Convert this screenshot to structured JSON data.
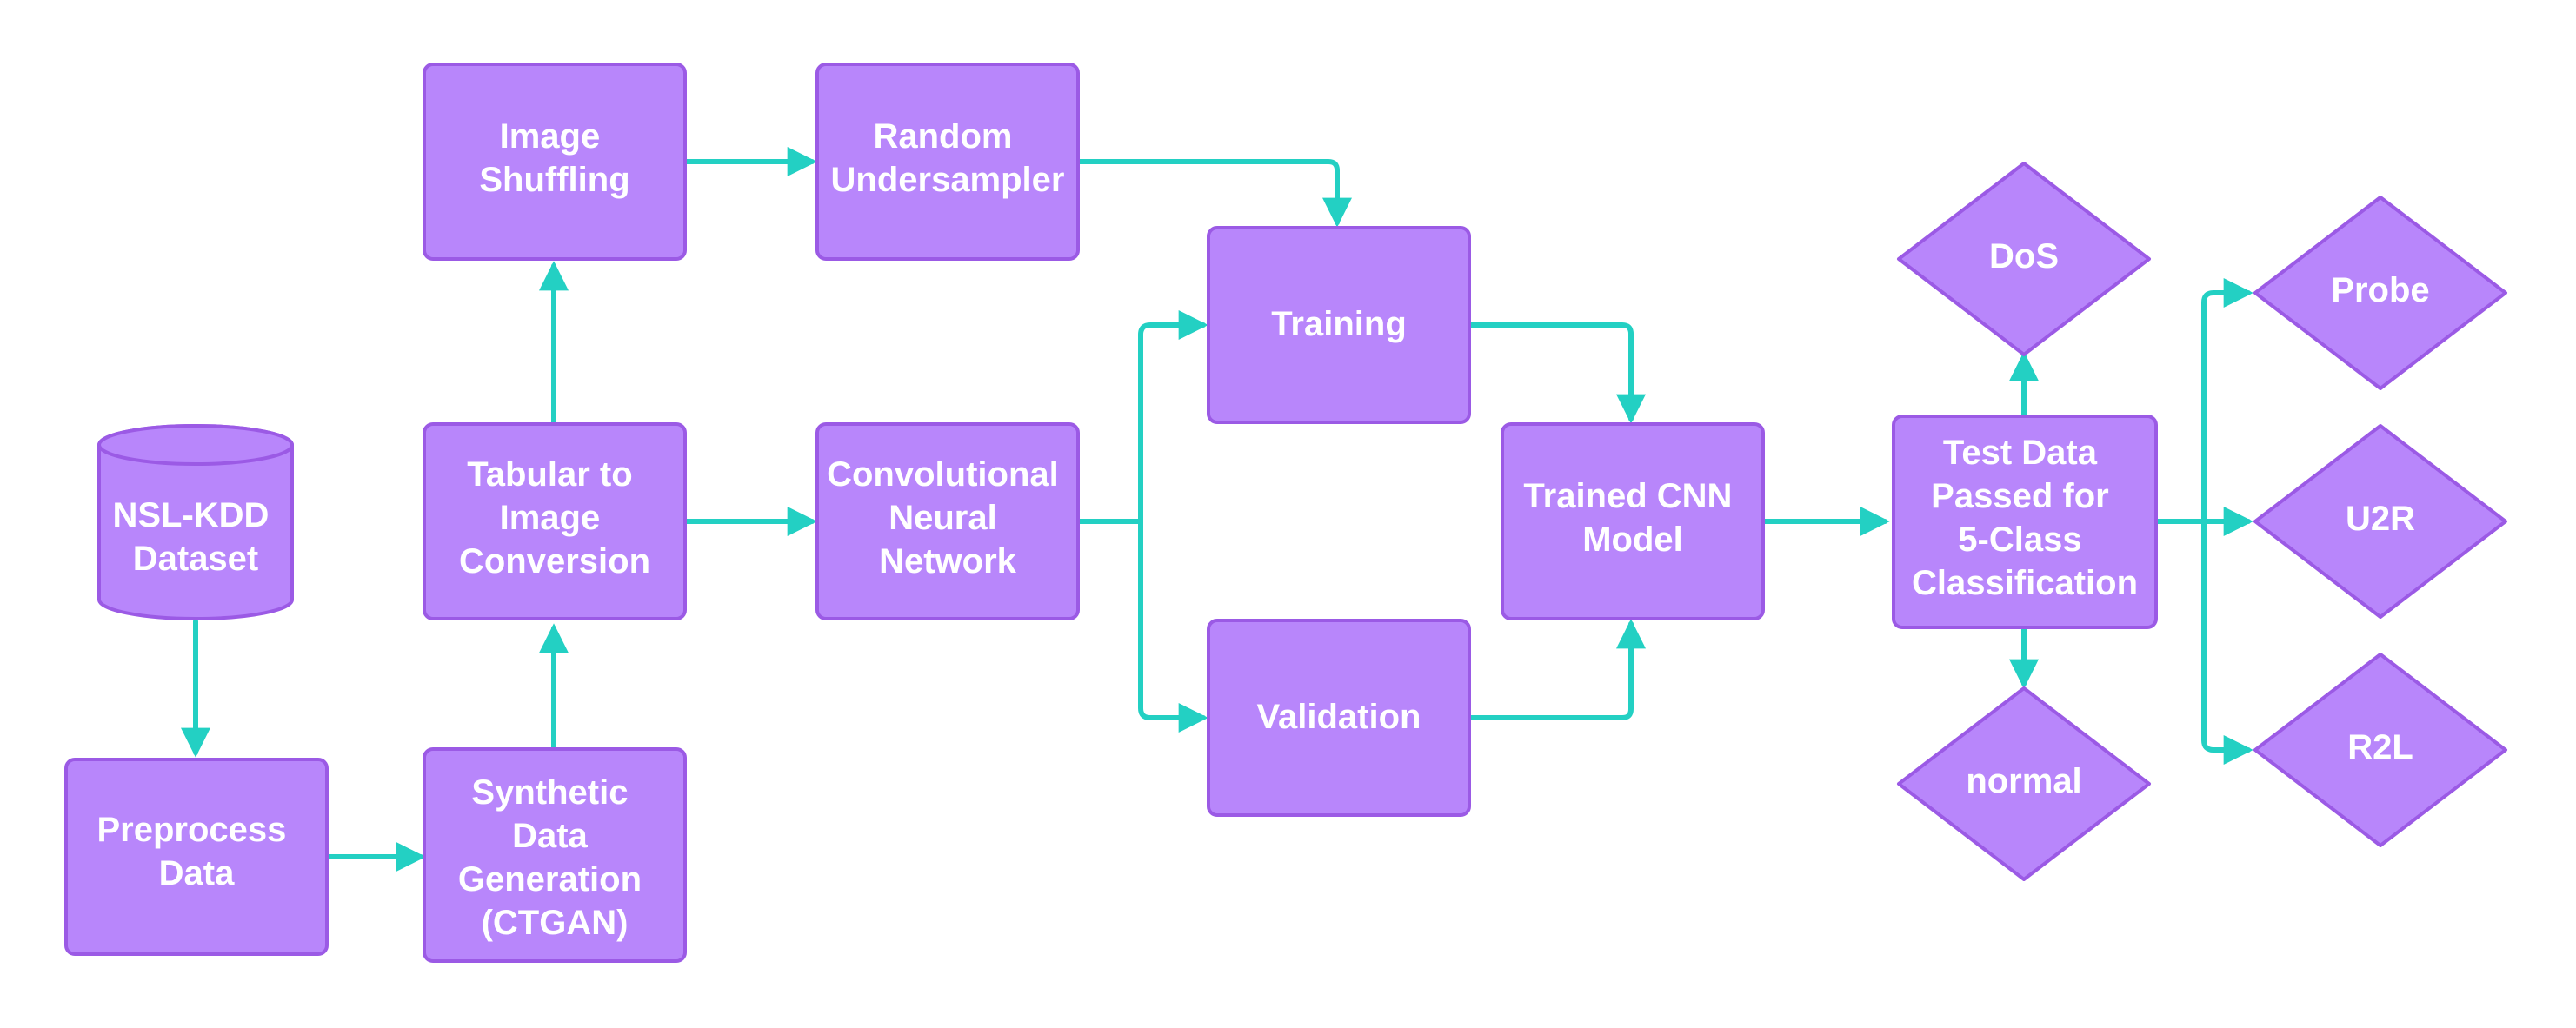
{
  "colors": {
    "node_fill": "#b886fb",
    "node_stroke": "#9b5ae5",
    "edge": "#23d0c3",
    "text": "#ffffff"
  },
  "nodes": {
    "nsl_kdd": [
      "NSL-KDD",
      "Dataset"
    ],
    "preprocess": [
      "Preprocess",
      "Data"
    ],
    "synthetic": [
      "Synthetic",
      "Data",
      "Generation",
      "(CTGAN)"
    ],
    "tabular": [
      "Tabular to",
      "Image",
      "Conversion"
    ],
    "shuffling": [
      "Image",
      "Shuffling"
    ],
    "undersampler": [
      "Random",
      "Undersampler"
    ],
    "cnn": [
      "Convolutional",
      "Neural",
      "Network"
    ],
    "training": [
      "Training"
    ],
    "validation": [
      "Validation"
    ],
    "trained_model": [
      "Trained CNN",
      "Model"
    ],
    "test_data": [
      "Test Data",
      "Passed for",
      "5-Class",
      "Classification"
    ],
    "dos": [
      "DoS"
    ],
    "normal": [
      "normal"
    ],
    "probe": [
      "Probe"
    ],
    "u2r": [
      "U2R"
    ],
    "r2l": [
      "R2L"
    ]
  }
}
